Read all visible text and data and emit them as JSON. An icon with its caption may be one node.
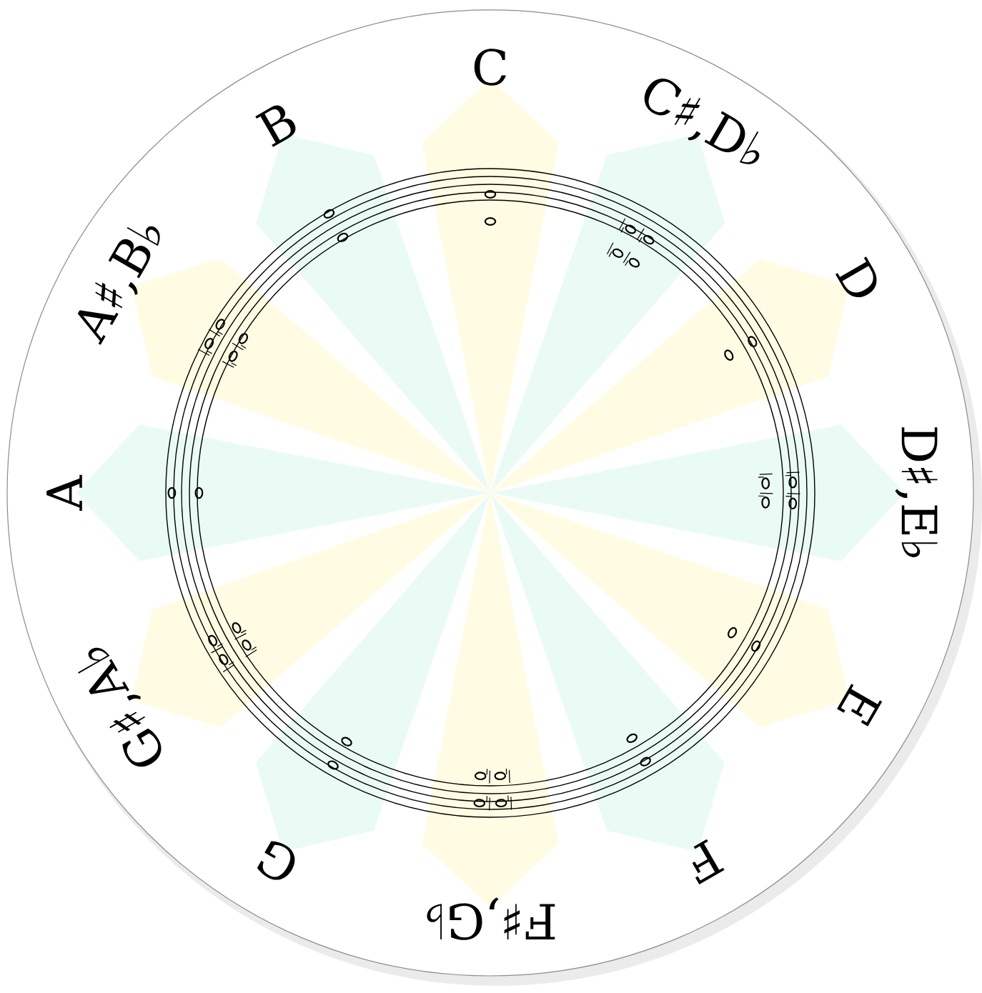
{
  "diagram": {
    "labels": [
      "C",
      "C♯,D♭",
      "D",
      "D♯,E♭",
      "E",
      "F",
      "F♯,G♭",
      "G",
      "G♯,A♭",
      "A",
      "A♯,B♭",
      "B"
    ]
  }
}
